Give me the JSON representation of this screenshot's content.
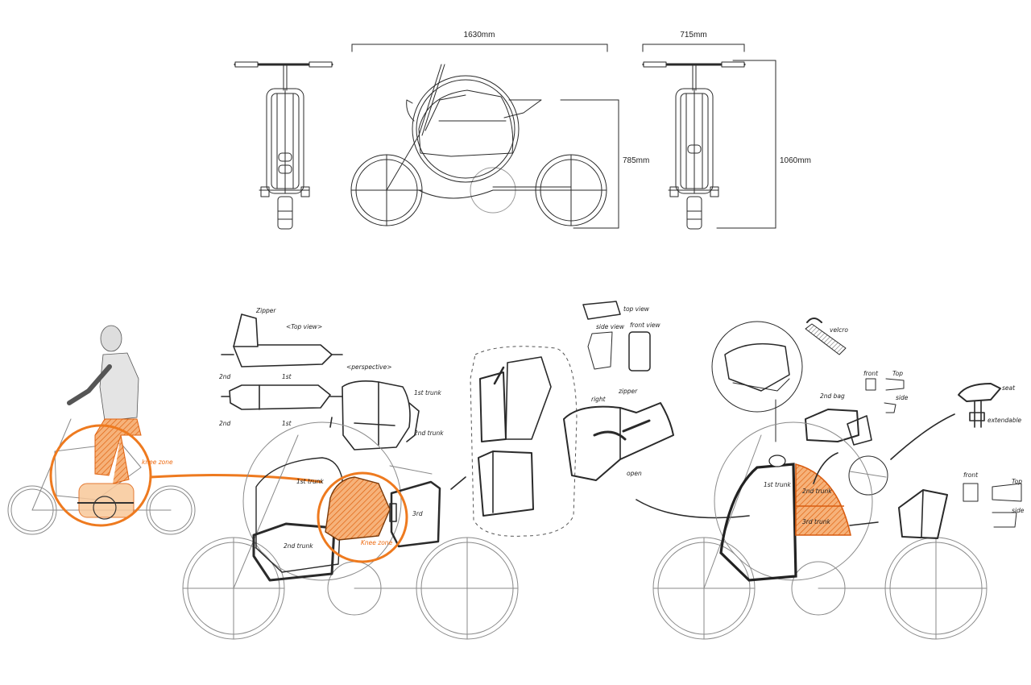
{
  "dimensions": {
    "length": "1630mm",
    "width": "715mm",
    "seat_height": "785mm",
    "total_height": "1060mm"
  },
  "annotations": {
    "knee_zone_1": "knee zone",
    "knee_zone_2": "Knee zone",
    "zipper_1": "Zipper",
    "top_view": "<Top view>",
    "perspective": "<perspective>",
    "first_trunk_a": "1st",
    "second_trunk_a": "2nd",
    "first_trunk_b": "1st",
    "second_trunk_b": "2nd",
    "trunk_1st": "1st trunk",
    "trunk_2nd": "2nd trunk",
    "trunk_3rd": "3rd",
    "trunk_1st_side": "1st trunk",
    "trunk_2nd_side": "2nd trunk",
    "top_view_small": "top view",
    "side_view": "side view",
    "front_view": "front view",
    "right": "right",
    "zipper_2": "zipper",
    "open": "open",
    "velcro": "velcro",
    "second_bag": "2nd bag",
    "front_a": "front",
    "top_a": "Top",
    "side_a": "side",
    "seat": "seat",
    "extendable": "extendable",
    "trunk_1st_r": "1st trunk",
    "trunk_2nd_r": "2nd trunk",
    "trunk_3rd_r": "3rd trunk",
    "front_b": "front",
    "top_b": "Top",
    "side_b": "side"
  },
  "colors": {
    "accent": "#ee7a1f",
    "ink": "#2a2a2a"
  }
}
